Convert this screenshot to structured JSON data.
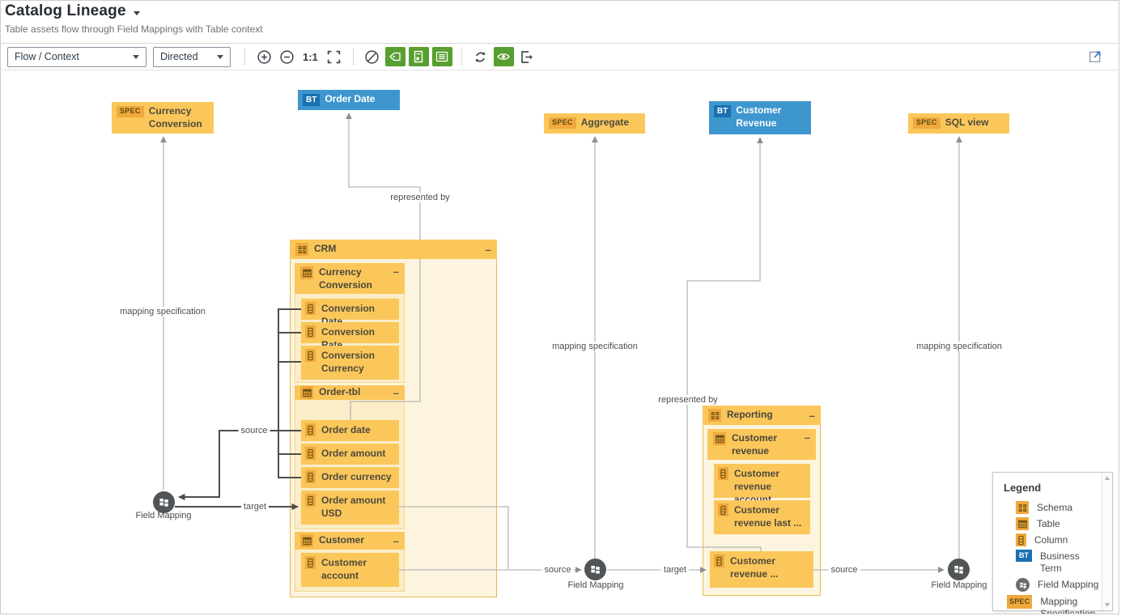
{
  "header": {
    "title": "Catalog Lineage",
    "subtitle": "Table assets flow through Field Mappings with Table context"
  },
  "toolbar": {
    "view_mode": "Flow / Context",
    "direction": "Directed",
    "zoom_reset_label": "1:1",
    "icons": [
      "zoom-in",
      "zoom-out",
      "zoom-reset",
      "fit-to-screen",
      "compass",
      "tag-filter",
      "report-view",
      "list-view",
      "refresh",
      "visibility",
      "exit-view",
      "open-in-new-window"
    ],
    "active_icons": [
      "tag-filter",
      "report-view",
      "list-view",
      "visibility"
    ]
  },
  "nodes": {
    "spec_currency_conversion": {
      "badge": "SPEC",
      "label": "Currency Conversion"
    },
    "bt_order_date": {
      "badge": "BT",
      "label": "Order Date"
    },
    "spec_aggregate": {
      "badge": "SPEC",
      "label": "Aggregate"
    },
    "bt_customer_revenue": {
      "badge": "BT",
      "label": "Customer Revenue"
    },
    "spec_sql_view": {
      "badge": "SPEC",
      "label": "SQL view"
    }
  },
  "groups": {
    "crm": {
      "label": "CRM",
      "collapse": "–",
      "tables": [
        {
          "label": "Currency Conversion",
          "collapse": "–",
          "columns": [
            "Conversion Date",
            "Conversion Rate",
            "Conversion Currency"
          ]
        },
        {
          "label": "Order-tbl",
          "collapse": "–",
          "columns": [
            "Order date",
            "Order amount",
            "Order currency",
            "Order amount USD"
          ]
        },
        {
          "label": "Customer",
          "collapse": "–",
          "columns": [
            "Customer account"
          ]
        }
      ]
    },
    "reporting": {
      "label": "Reporting",
      "collapse": "–",
      "tables": [
        {
          "label": "Customer revenue",
          "collapse": "–",
          "columns": [
            "Customer revenue account",
            "Customer revenue last ..."
          ]
        }
      ],
      "detached_column": "Customer revenue ..."
    }
  },
  "field_mapping_label": "Field Mapping",
  "edges": {
    "mapping_specification": "mapping specification",
    "represented_by": "represented by",
    "source": "source",
    "target": "target"
  },
  "legend": {
    "title": "Legend",
    "bt_badge": "BT",
    "spec_badge": "SPEC",
    "items": [
      {
        "icon": "schema-icon",
        "label": "Schema"
      },
      {
        "icon": "table-icon",
        "label": "Table"
      },
      {
        "icon": "column-icon",
        "label": "Column"
      },
      {
        "icon": "business-term-icon",
        "label": "Business Term"
      },
      {
        "icon": "field-mapping-icon",
        "label": "Field Mapping"
      },
      {
        "icon": "mapping-specification-icon",
        "label": "Mapping Specification"
      }
    ]
  },
  "colors": {
    "asset_yellow": "#FBC75A",
    "badge_amber": "#F0A93C",
    "business_term_blue": "#3E96CE",
    "business_term_badge": "#1A70B0",
    "toolbar_active_green": "#579F2F",
    "field_mapping_gray": "#515557",
    "edge_gray": "#B8B8B8",
    "edge_dark": "#4D4D4D"
  }
}
